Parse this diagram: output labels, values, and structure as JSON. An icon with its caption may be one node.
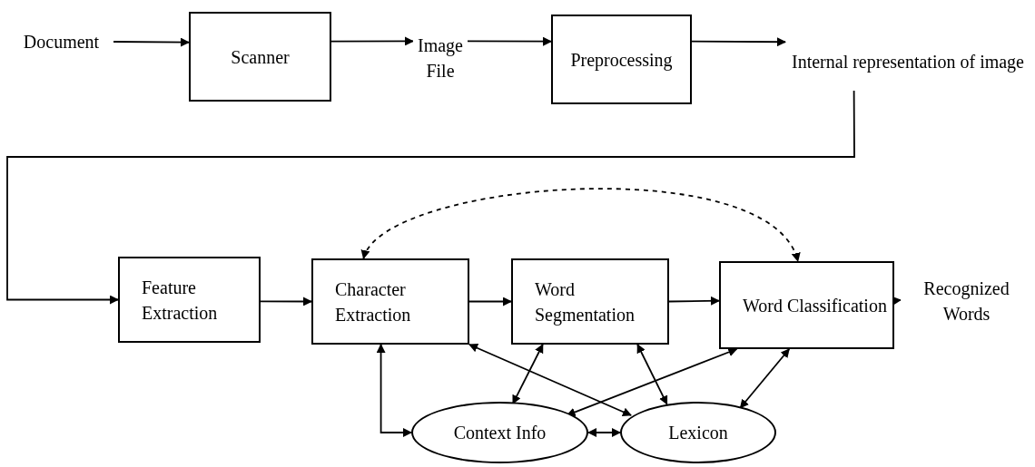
{
  "diagram": {
    "nodes": [
      {
        "text": [
          "Document"
        ]
      },
      {
        "text": [
          "Scanner"
        ]
      },
      {
        "text": [
          "Image File"
        ]
      },
      {
        "text": [
          "Preprocessing"
        ]
      },
      {
        "text": [
          "Internal representation of image"
        ]
      },
      {
        "text": [
          "Feature Extraction"
        ]
      },
      {
        "text": [
          "Character Extraction"
        ]
      },
      {
        "text": [
          "Word Segmentation"
        ]
      },
      {
        "text": [
          "Word Classification"
        ]
      },
      {
        "text": [
          "Recognized Words"
        ]
      },
      {
        "text": [
          "Context Info"
        ]
      },
      {
        "text": [
          "Lexicon"
        ]
      }
    ],
    "edges": [
      {
        "from": 0,
        "to": 1,
        "arrow": "to"
      },
      {
        "from": 1,
        "to": 2,
        "arrow": "to"
      },
      {
        "from": 2,
        "to": 3,
        "arrow": "to"
      },
      {
        "from": 3,
        "to": 4,
        "arrow": "to"
      },
      {
        "from": 4,
        "to": 5,
        "arrow": "to"
      },
      {
        "from": 5,
        "to": 6,
        "arrow": "to"
      },
      {
        "from": 6,
        "to": 7,
        "arrow": "to"
      },
      {
        "from": 7,
        "to": 8,
        "arrow": "to"
      },
      {
        "from": 8,
        "to": 9,
        "arrow": "to"
      },
      {
        "from": 6,
        "to": 8,
        "arrow": "both",
        "style": "dashed"
      },
      {
        "from": 6,
        "to": 10,
        "arrow": "both"
      },
      {
        "from": 6,
        "to": 11,
        "arrow": "both"
      },
      {
        "from": 7,
        "to": 10,
        "arrow": "both"
      },
      {
        "from": 7,
        "to": 11,
        "arrow": "both"
      },
      {
        "from": 8,
        "to": 10,
        "arrow": "both"
      },
      {
        "from": 8,
        "to": 11,
        "arrow": "both"
      },
      {
        "from": 10,
        "to": 11,
        "arrow": "both"
      }
    ]
  }
}
